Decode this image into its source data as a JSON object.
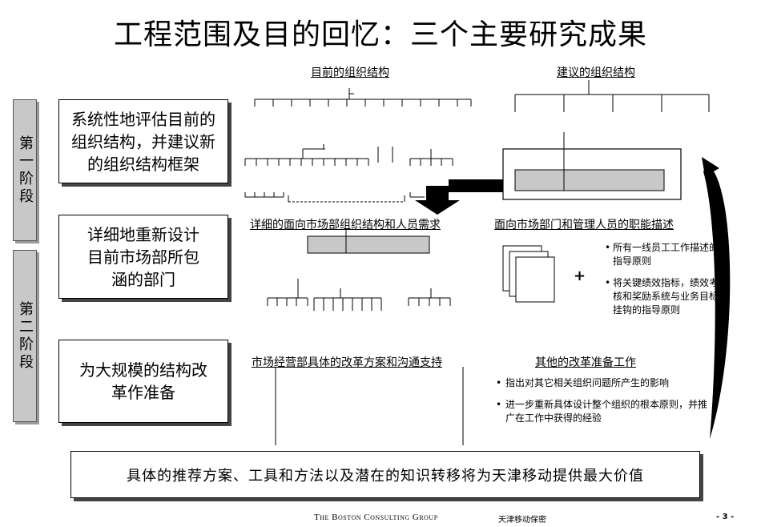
{
  "title": "工程范围及目的回忆：三个主要研究成果",
  "phases": {
    "phase1": "第一阶段",
    "phase2": "第二阶段"
  },
  "boxes": {
    "box1": "系统性地评估目前的组织结构，并建议新的组织结构框架",
    "box2": "详细地重新设计目前市场部所包涵的部门",
    "box3": "为大规模的结构改革作准备"
  },
  "headings": {
    "current_org": "目前的组织结构",
    "proposed_org": "建议的组织结构",
    "detailed_org": "详细的面向市场部组织结构和人员需求",
    "function_desc": "面向市场部门和管理人员的职能描述",
    "reform_plan": "市场经营部具体的改革方案和沟通支持",
    "other_prep": "其他的改革准备工作"
  },
  "function_bullets": [
    "所有一线员工工作描述的指导原则",
    "将关键绩效指标，绩效考核和奖励系统与业务目标挂钩的指导原则"
  ],
  "plus_sign": "+",
  "other_bullets": [
    "指出对其它相关组织问题所产生的影响",
    "进一步重新具体设计整个组织的根本原则，并推广在工作中获得的经验"
  ],
  "bottom_text": "具体的推荐方案、工具和方法以及潜在的知识转移将为天津移动提供最大价值",
  "footer": {
    "company": "The Boston Consulting Group",
    "confidential": "天津移动保密",
    "page": "- 3 -"
  }
}
